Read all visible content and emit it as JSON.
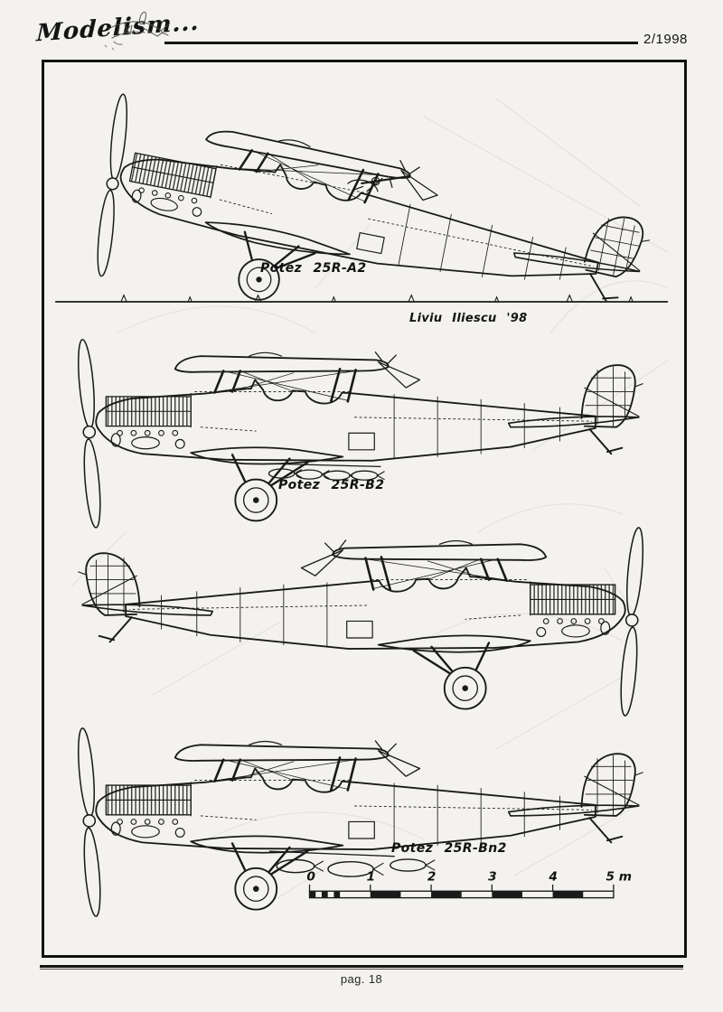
{
  "colors": {
    "paper": "#f3f2ee",
    "ink": "#1a1a1a"
  },
  "header": {
    "logo_text": "Modelism...",
    "issue_label": "2/1998"
  },
  "figures": {
    "a2": {
      "label": "Potez 25R-A2"
    },
    "b2": {
      "label": "Potez 25R-B2"
    },
    "side": {
      "label": ""
    },
    "bn2": {
      "label": "Potez 25R-Bn2"
    }
  },
  "signature": "Liviu Iliescu '98",
  "scalebar": {
    "n0": "0",
    "n1": "1",
    "n2": "2",
    "n3": "3",
    "n4": "4",
    "n5": "5 m"
  },
  "footer": {
    "page_label": "pag. 18"
  }
}
